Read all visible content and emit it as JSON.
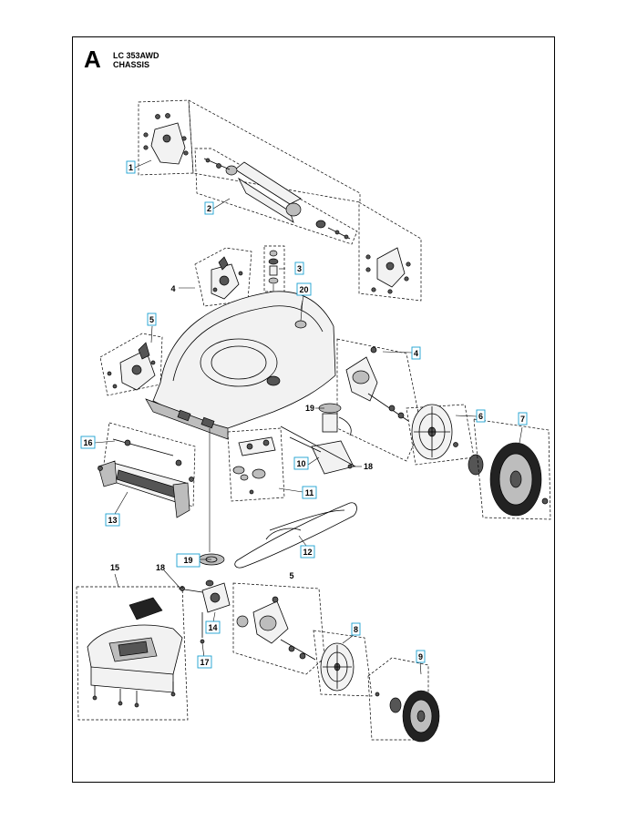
{
  "header": {
    "section_letter": "A",
    "model": "LC 353AWD",
    "subtitle": "CHASSIS"
  },
  "callouts": {
    "c1": "1",
    "c2": "2",
    "c3": "3",
    "c4a": "4",
    "c4b": "4",
    "c5a": "5",
    "c5b": "5",
    "c6": "6",
    "c7": "7",
    "c8": "8",
    "c9": "9",
    "c10": "10",
    "c11": "11",
    "c12": "12",
    "c13": "13",
    "c14": "14",
    "c15": "15",
    "c16": "16",
    "c17": "17",
    "c18a": "18",
    "c18b": "18",
    "c19a": "19",
    "c19b": "19",
    "c20": "20"
  }
}
